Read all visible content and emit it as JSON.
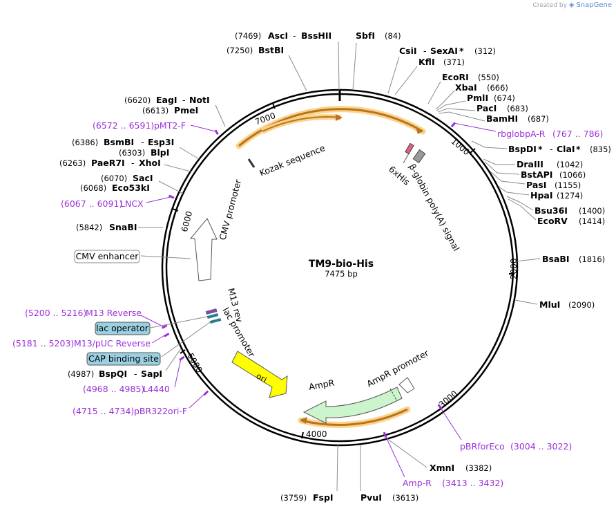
{
  "watermark": {
    "prefix": "Created by",
    "brand": "SnapGene"
  },
  "plasmid": {
    "name": "TM9-bio-His",
    "length_label": "7475 bp",
    "length": 7475
  },
  "ticks": [
    "1000",
    "2000",
    "3000",
    "4000",
    "5000",
    "6000",
    "7000"
  ],
  "sites": [
    {
      "num": "(7469)",
      "name": "AscI",
      "name2": "BssHII",
      "star": "",
      "star2": ""
    },
    {
      "num": "(84)",
      "name": "SbfI",
      "post": true
    },
    {
      "num": "(7250)",
      "name": "BstBI"
    },
    {
      "num": "(312)",
      "name": "CsiI",
      "name2": "SexAI",
      "star2": " *",
      "post": true
    },
    {
      "num": "(371)",
      "name": "KflI",
      "post": true
    },
    {
      "num": "(550)",
      "name": "EcoRI",
      "post": true
    },
    {
      "num": "(666)",
      "name": "XbaI",
      "post": true
    },
    {
      "num": "(674)",
      "name": "PmlI",
      "post": true
    },
    {
      "num": "(683)",
      "name": "PacI",
      "post": true
    },
    {
      "num": "(687)",
      "name": "BamHI",
      "post": true
    },
    {
      "num": "(6620)",
      "name": "EagI",
      "name2": "NotI"
    },
    {
      "num": "(6613)",
      "name": "PmeI"
    },
    {
      "num": "(835)",
      "name": "BspDI",
      "star": " *",
      "name2": "ClaI",
      "star2": " *",
      "post": true
    },
    {
      "num": "(6386)",
      "name": "BsmBI",
      "name2": "Esp3I"
    },
    {
      "num": "(6303)",
      "name": "BlpI"
    },
    {
      "num": "(6263)",
      "name": "PaeR7I",
      "name2": "XhoI"
    },
    {
      "num": "(1042)",
      "name": "DraIII",
      "post": true
    },
    {
      "num": "(1066)",
      "name": "BstAPI",
      "post": true
    },
    {
      "num": "(1155)",
      "name": "PasI",
      "post": true
    },
    {
      "num": "(1274)",
      "name": "HpaI",
      "post": true
    },
    {
      "num": "(6070)",
      "name": "SacI"
    },
    {
      "num": "(6068)",
      "name": "Eco53kI"
    },
    {
      "num": "(1400)",
      "name": "Bsu36I",
      "post": true
    },
    {
      "num": "(1414)",
      "name": "EcoRV",
      "post": true
    },
    {
      "num": "(5842)",
      "name": "SnaBI"
    },
    {
      "num": "(1816)",
      "name": "BsaBI",
      "post": true
    },
    {
      "num": "(2090)",
      "name": "MluI",
      "post": true
    },
    {
      "num": "(4987)",
      "name": "BspQI",
      "name2": "SapI"
    },
    {
      "num": "(3382)",
      "name": "XmnI",
      "post": true
    },
    {
      "num": "(3759)",
      "name": "FspI"
    },
    {
      "num": "(3613)",
      "name": "PvuI",
      "post": true
    }
  ],
  "primers": [
    {
      "range": "(6572 .. 6591)",
      "name": "pMT2-F"
    },
    {
      "range": "(767 .. 786)",
      "name": "rbglobpA-R"
    },
    {
      "range": "(6067 .. 6091)",
      "name": "LNCX"
    },
    {
      "range": "(5200 .. 5216)",
      "name": "M13 Reverse"
    },
    {
      "range": "(5181 .. 5203)",
      "name": "M13/pUC Reverse"
    },
    {
      "range": "(4968 .. 4985)",
      "name": "L4440"
    },
    {
      "range": "(4715 .. 4734)",
      "name": "pBR322ori-F"
    },
    {
      "range": "(3004 .. 3022)",
      "name": "pBRforEco"
    },
    {
      "range": "(3413 .. 3432)",
      "name": "Amp-R"
    }
  ],
  "boxed_features": [
    "CMV enhancer",
    "lac operator",
    "CAP binding site"
  ],
  "features": {
    "kozak": "Kozak sequence",
    "his": "6xHis",
    "globin": "β-globin poly(A) signal",
    "cmv_promoter": "CMV promoter",
    "m13_rev": "M13 rev",
    "lac_promoter": "lac promoter",
    "ori": "ori",
    "ampr": "AmpR",
    "ampr_promoter": "AmpR promoter"
  },
  "colors": {
    "backbone": "#000000",
    "orf_fill": "#f5a623",
    "orf_glow": "#fbd38d",
    "primer": "#9b30d9",
    "ori": "#ffff00",
    "ampr": "#cdf5cd",
    "box_feature": "#9ad0e0",
    "label": "#000000"
  }
}
